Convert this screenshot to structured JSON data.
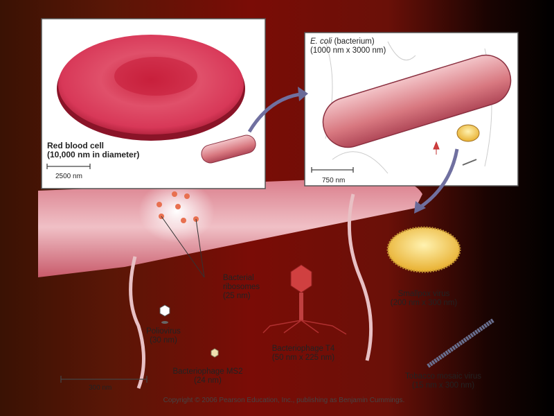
{
  "labels": {
    "rbc_name": "Red blood cell",
    "rbc_size": "(10,000 nm in diameter)",
    "rbc_scale": "2500 nm",
    "ecoli_name_italic": "E. coli",
    "ecoli_name_rest": " (bacterium)",
    "ecoli_size": "(1000 nm x 3000 nm)",
    "ecoli_scale": "750 nm",
    "ribosomes_name_1": "Bacterial",
    "ribosomes_name_2": "ribosomes",
    "ribosomes_size": "(25 nm)",
    "polio_name": "Poliovirus",
    "polio_size": "(30 nm)",
    "ms2_name": "Bacteriophage MS2",
    "ms2_size": "(24 nm)",
    "t4_name": "Bacteriophage T4",
    "t4_size": "(50 nm x 225 nm)",
    "smallpox_name": "Smallpox virus",
    "smallpox_size": "(200 nm x 300 nm)",
    "tmv_name": "Tobacco mosaic virus",
    "tmv_size": "(15 nm x 300 nm)",
    "main_scale": "300 nm",
    "copyright": "Copyright © 2006 Pearson Education, Inc., publishing as Benjamin Cummings."
  },
  "colors": {
    "cell": "#c8304a",
    "pale_cell": "#e6a0aa",
    "smallpox": "#f0c040"
  }
}
